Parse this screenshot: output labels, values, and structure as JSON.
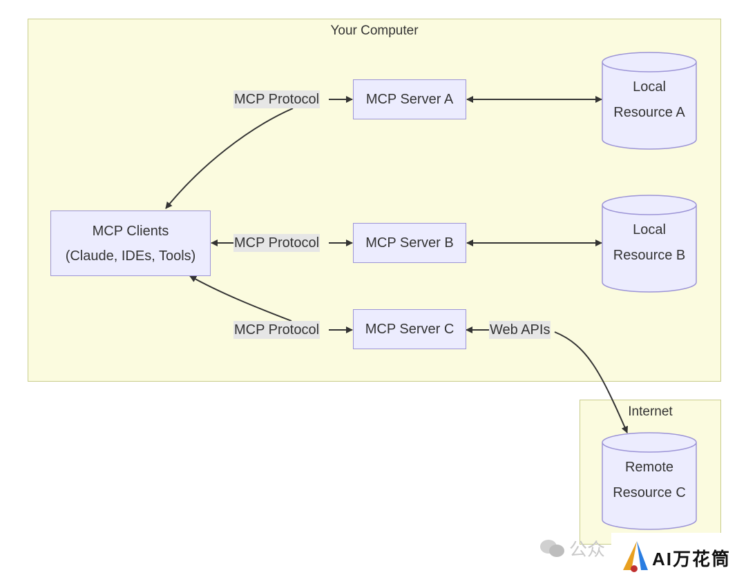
{
  "clusters": {
    "computer": "Your Computer",
    "internet": "Internet"
  },
  "nodes": {
    "client_line1": "MCP Clients",
    "client_line2": "(Claude, IDEs, Tools)",
    "server_a": "MCP Server A",
    "server_b": "MCP Server B",
    "server_c": "MCP Server C",
    "resource_a_line1": "Local",
    "resource_a_line2": "Resource A",
    "resource_b_line1": "Local",
    "resource_b_line2": "Resource B",
    "resource_c_line1": "Remote",
    "resource_c_line2": "Resource C"
  },
  "edges": {
    "protocol_a": "MCP Protocol",
    "protocol_b": "MCP Protocol",
    "protocol_c": "MCP Protocol",
    "web_apis": "Web APIs"
  },
  "watermark": {
    "faded_text": "公众",
    "brand_text": "AI万花筒"
  },
  "colors": {
    "cluster_fill": "#fbfbdf",
    "node_fill": "#ececfe",
    "node_border": "#9b93d6",
    "edge_stroke": "#333333",
    "edge_label_bg": "#e6e6e6"
  }
}
